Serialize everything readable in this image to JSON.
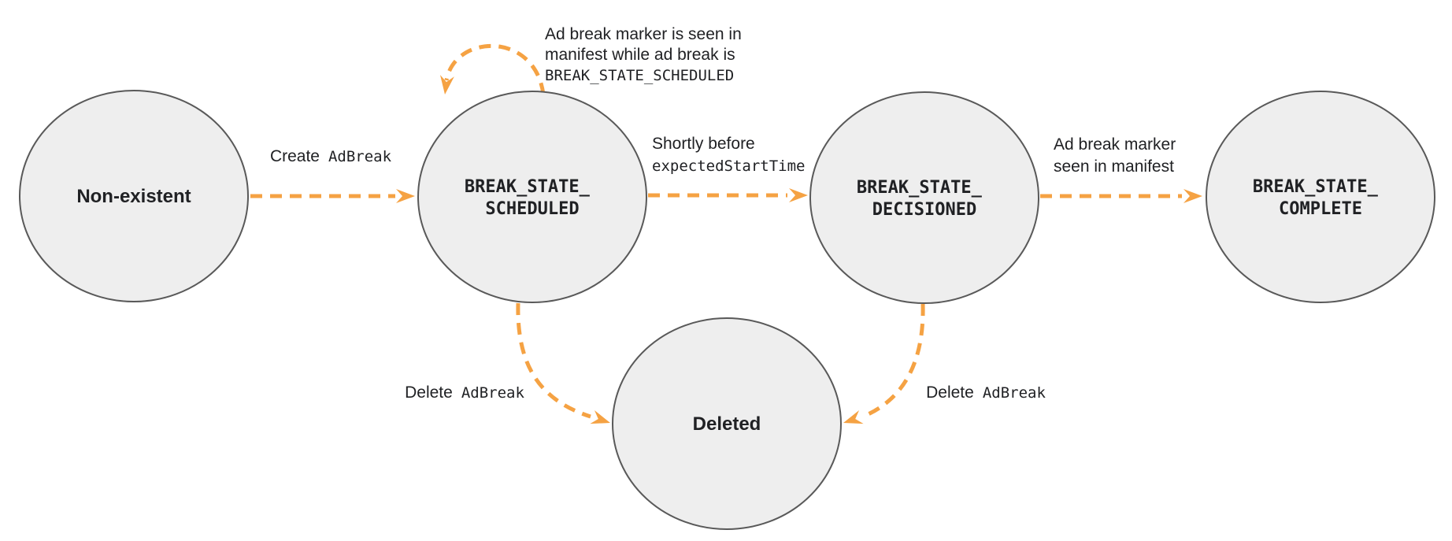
{
  "colors": {
    "arrow": "#F5A243",
    "node_fill": "#EEEEEE",
    "node_border": "#595959",
    "text": "#202124"
  },
  "states": {
    "non_existent": {
      "label": "Non-existent"
    },
    "scheduled": {
      "label_line1": "BREAK_STATE_",
      "label_line2": "SCHEDULED"
    },
    "decisioned": {
      "label_line1": "BREAK_STATE_",
      "label_line2": "DECISIONED"
    },
    "complete": {
      "label_line1": "BREAK_STATE_",
      "label_line2": "COMPLETE"
    },
    "deleted": {
      "label": "Deleted"
    }
  },
  "transitions": {
    "create": {
      "plain": "Create",
      "code": "AdBreak"
    },
    "self_loop": {
      "line1": "Ad break marker is seen in",
      "line2": "manifest while ad break is",
      "line3_code": "BREAK_STATE_SCHEDULED"
    },
    "to_decisioned": {
      "line1": "Shortly before",
      "line2_code": "expectedStartTime"
    },
    "to_complete": {
      "line1": "Ad break marker",
      "line2": "seen in manifest"
    },
    "delete_from_scheduled": {
      "plain": "Delete",
      "code": "AdBreak"
    },
    "delete_from_decisioned": {
      "plain": "Delete",
      "code": "AdBreak"
    }
  }
}
